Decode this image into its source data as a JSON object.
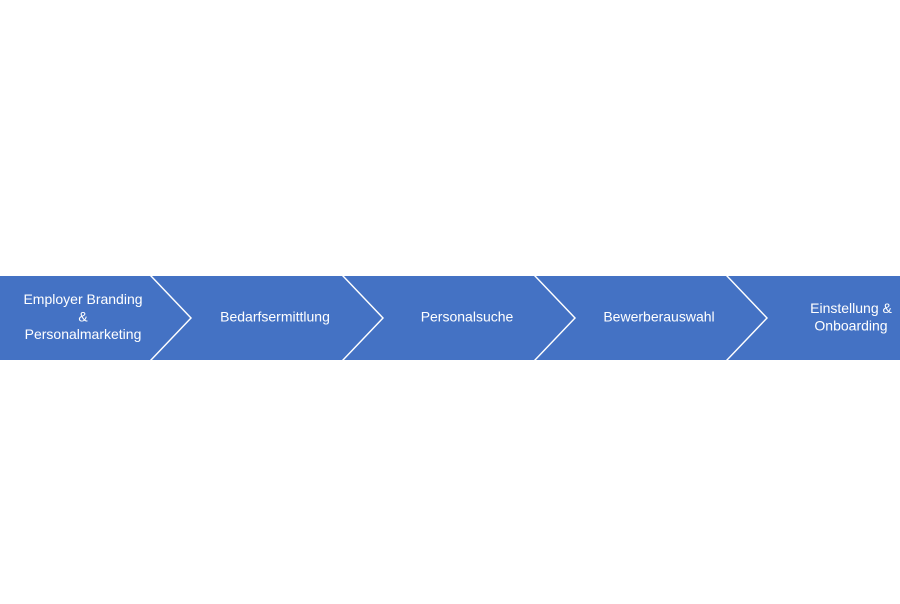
{
  "diagram": {
    "type": "chevron-process",
    "fill_color": "#4472C4",
    "text_color": "#FFFFFF",
    "background_color": "#FFFFFF",
    "steps": [
      {
        "label_lines": [
          "Employer Branding",
          "&",
          "Personalmarketing"
        ]
      },
      {
        "label_lines": [
          "Bedarfsermittlung"
        ]
      },
      {
        "label_lines": [
          "Personalsuche"
        ]
      },
      {
        "label_lines": [
          "Bewerberauswahl"
        ]
      },
      {
        "label_lines": [
          "Einstellung &",
          "Onboarding"
        ]
      }
    ]
  }
}
